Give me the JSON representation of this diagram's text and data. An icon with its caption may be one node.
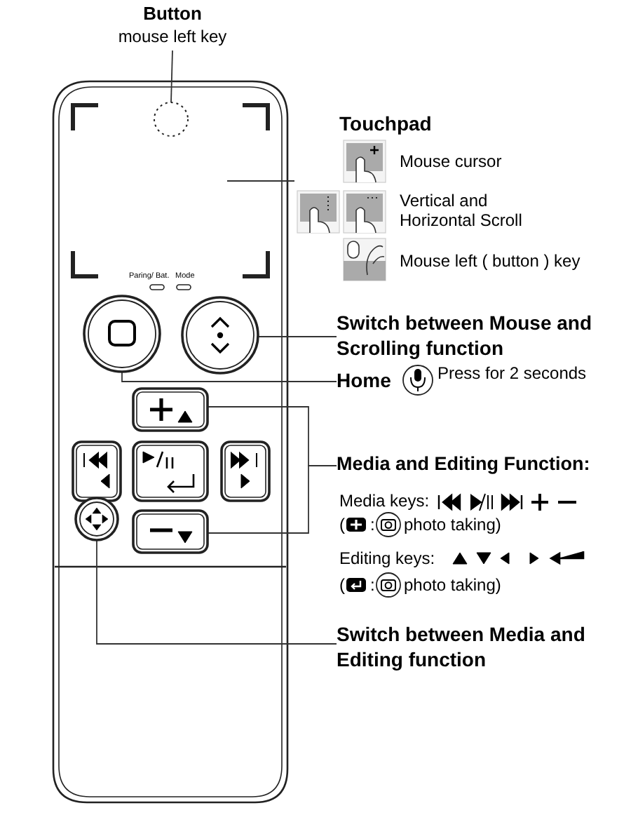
{
  "diagram": {
    "nodes": [
      {
        "text": [
          "Button",
          "mouse left key"
        ]
      },
      {
        "text": [],
        "shape": "circle"
      },
      {
        "text": [
          "Touchpad",
          "Mouse cursor",
          "Vertical and Horizontal Scroll",
          "Mouse left ( button ) key"
        ]
      },
      {
        "text": [],
        "shape": "circle"
      },
      {
        "text": [
          "Switch between Mouse and Scrolling function"
        ]
      },
      {
        "text": [],
        "shape": "circle"
      },
      {
        "text": [
          "Home"
        ]
      },
      {
        "text": [],
        "shape": "box"
      },
      {
        "text": [],
        "shape": "box"
      },
      {
        "text": [
          "Media and Editing Function:"
        ]
      },
      {
        "text": [],
        "shape": "circle"
      },
      {
        "text": [
          "Switch between Media and Editing function"
        ]
      }
    ],
    "edges": [
      {
        "from": 0,
        "to": 1,
        "arrow": "none"
      },
      {
        "from": 2,
        "to": null,
        "arrow": "none"
      },
      {
        "from": 4,
        "to": 3,
        "arrow": "none"
      },
      {
        "from": 6,
        "to": 5,
        "arrow": "none"
      },
      {
        "from": 9,
        "to": 7,
        "arrow": "none"
      },
      {
        "from": 9,
        "to": 8,
        "arrow": "none"
      },
      {
        "from": 11,
        "to": 10,
        "arrow": "none"
      }
    ],
    "labels": [
      "Paring/ Bat.",
      "Mode",
      "Press for 2 seconds",
      "Media keys:",
      "(",
      ":",
      "photo taking)",
      "Editing keys:",
      "(",
      ":",
      "photo taking)"
    ]
  }
}
